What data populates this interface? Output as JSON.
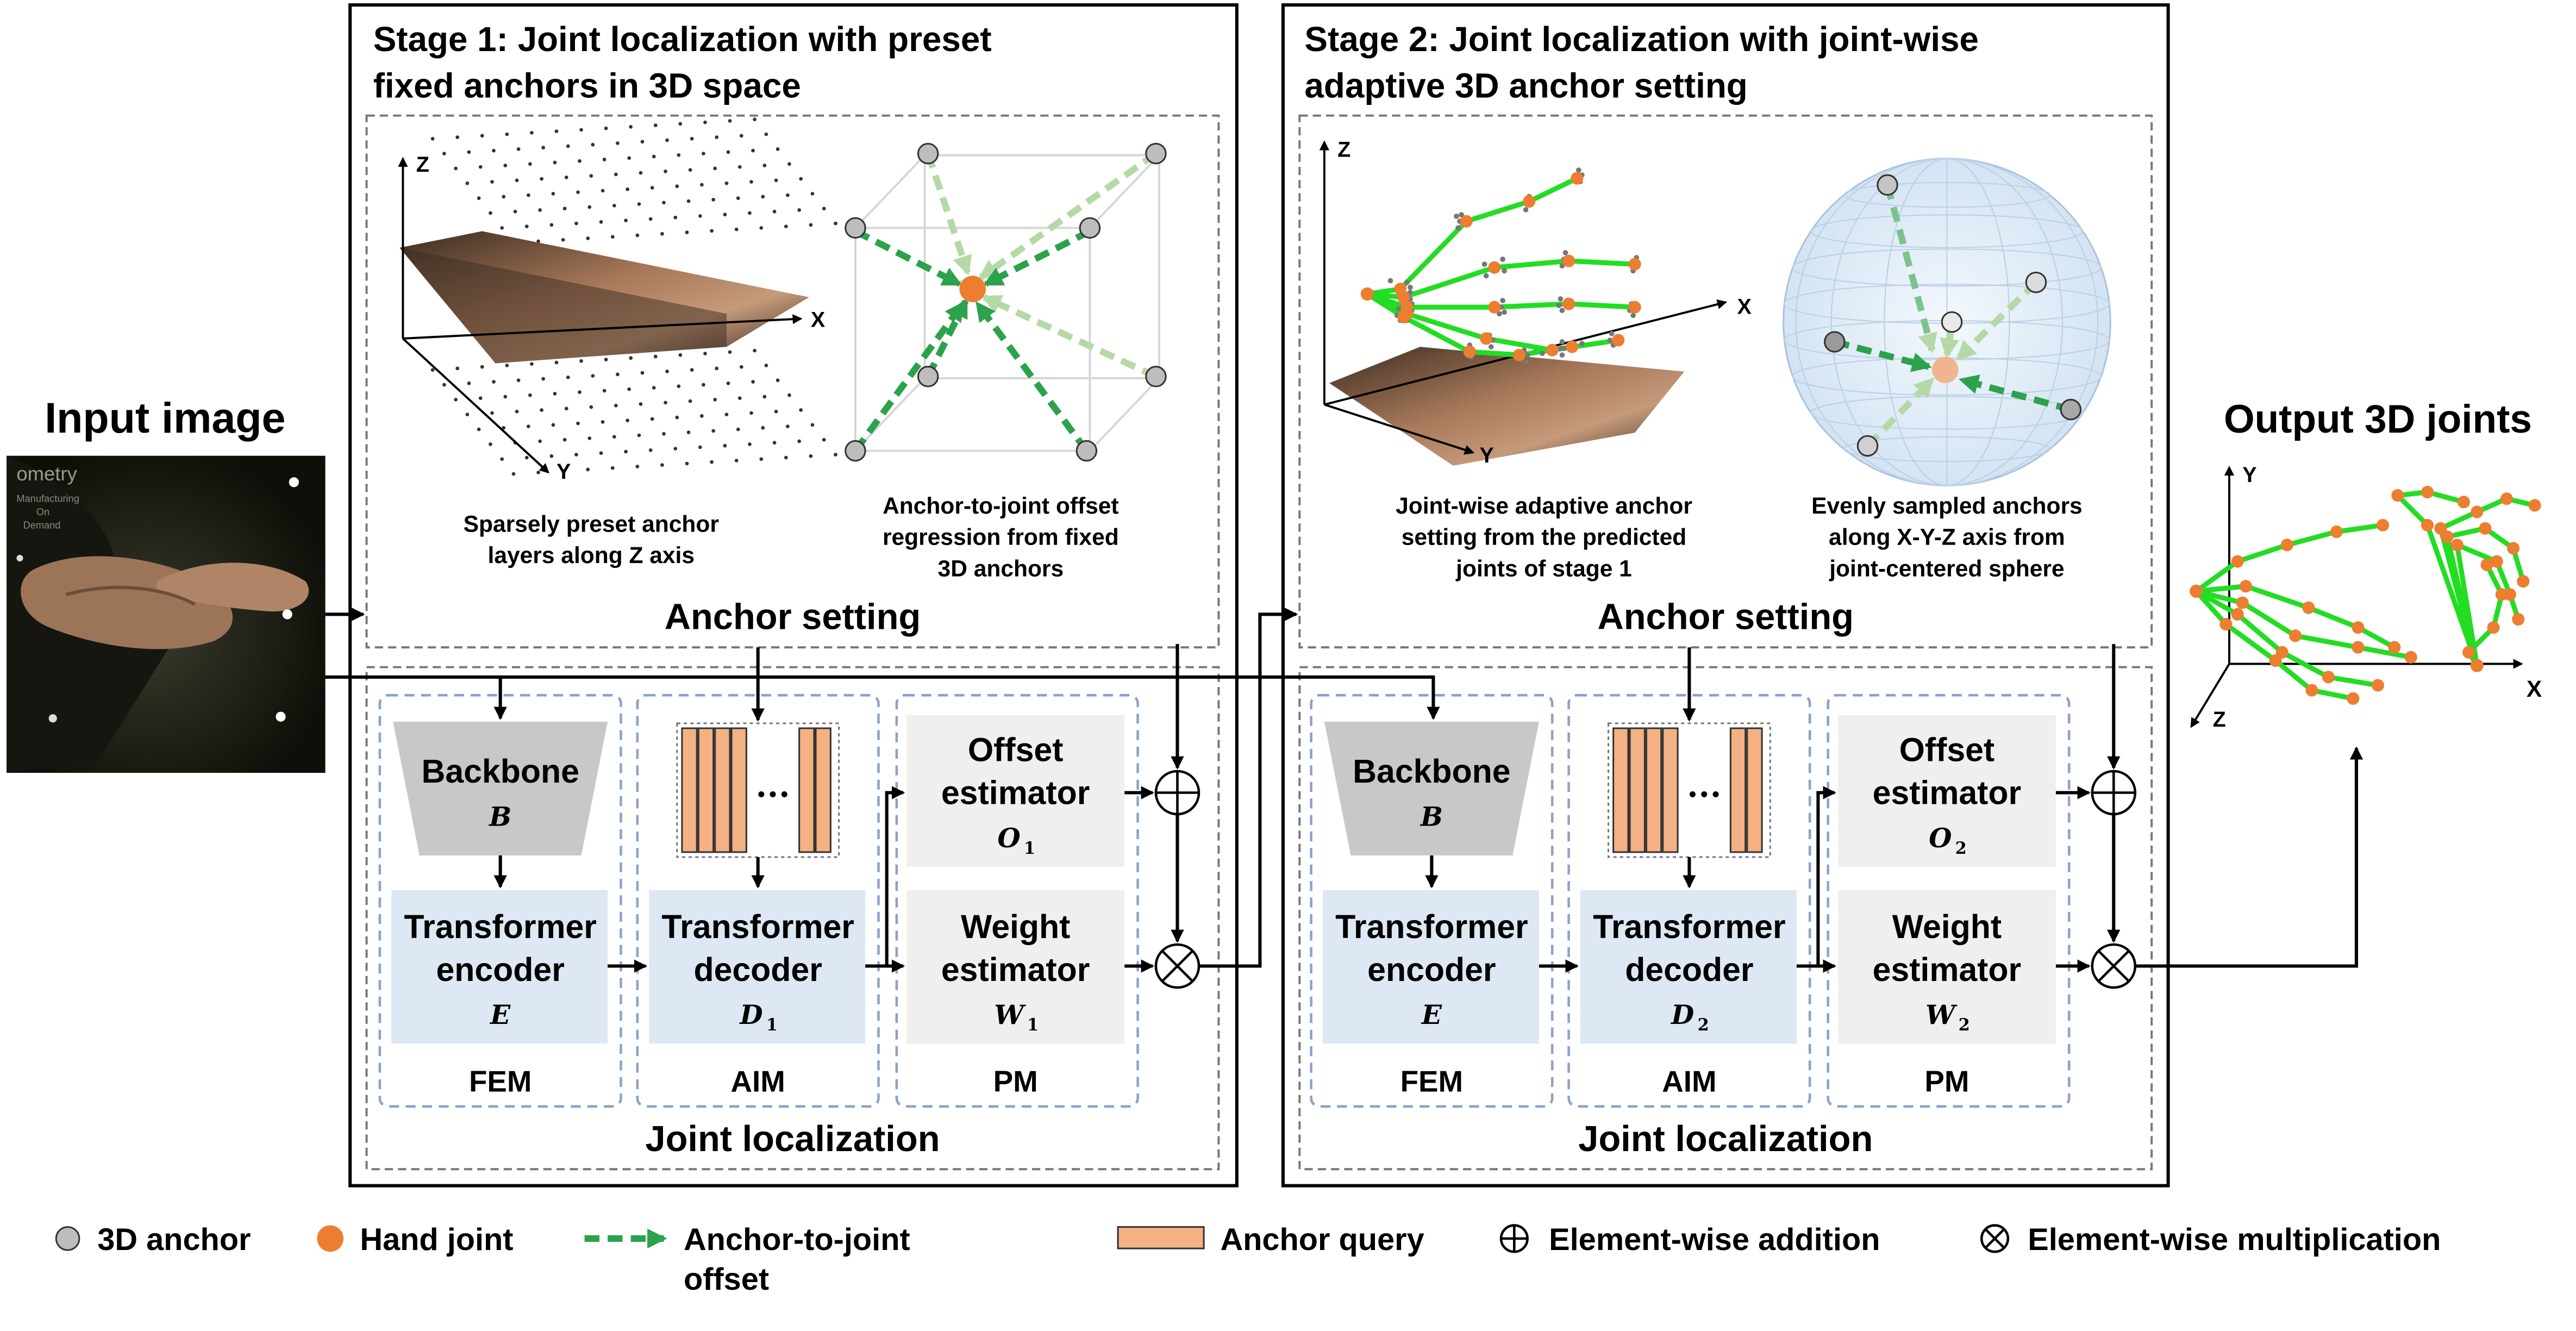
{
  "input_title": "Input image",
  "output_title": "Output 3D joints",
  "stage1": {
    "title_line1": "Stage 1: Joint localization with preset",
    "title_line2": "fixed anchors in 3D space",
    "caption_left": [
      "Sparsely preset anchor",
      "layers along Z axis"
    ],
    "caption_right": [
      "Anchor-to-joint offset",
      "regression from fixed",
      "3D anchors"
    ],
    "anchor_setting": "Anchor setting",
    "joint_localization": "Joint localization",
    "backbone": "Backbone",
    "backbone_sym": "B",
    "encoder_line1": "Transformer",
    "encoder_line2": "encoder",
    "encoder_sym": "E",
    "decoder_line1": "Transformer",
    "decoder_line2": "decoder",
    "decoder_sym": "D",
    "decoder_sub": "1",
    "offset_line1": "Offset",
    "offset_line2": "estimator",
    "offset_sym": "O",
    "offset_sub": "1",
    "weight_line1": "Weight",
    "weight_line2": "estimator",
    "weight_sym": "W",
    "weight_sub": "1",
    "fem": "FEM",
    "aim": "AIM",
    "pm": "PM"
  },
  "stage2": {
    "title_line1": "Stage 2: Joint localization with joint-wise",
    "title_line2": "adaptive 3D anchor setting",
    "caption_left": [
      "Joint-wise adaptive anchor",
      "setting from the predicted",
      "joints of stage 1"
    ],
    "caption_right": [
      "Evenly sampled anchors",
      "along X-Y-Z axis from",
      "joint-centered sphere"
    ],
    "anchor_setting": "Anchor setting",
    "joint_localization": "Joint localization",
    "backbone": "Backbone",
    "backbone_sym": "B",
    "encoder_line1": "Transformer",
    "encoder_line2": "encoder",
    "encoder_sym": "E",
    "decoder_line1": "Transformer",
    "decoder_line2": "decoder",
    "decoder_sym": "D",
    "decoder_sub": "2",
    "offset_line1": "Offset",
    "offset_line2": "estimator",
    "offset_sym": "O",
    "offset_sub": "2",
    "weight_line1": "Weight",
    "weight_line2": "estimator",
    "weight_sym": "W",
    "weight_sub": "2",
    "fem": "FEM",
    "aim": "AIM",
    "pm": "PM"
  },
  "axes": {
    "x": "X",
    "y": "Y",
    "z": "Z"
  },
  "shirt_text": [
    "ometry",
    "Manufacturing",
    "On",
    "Demand"
  ],
  "legend": {
    "anchor": "3D anchor",
    "joint": "Hand joint",
    "offset_line1": "Anchor-to-joint",
    "offset_line2": "offset",
    "query": "Anchor query",
    "add": "Element-wise addition",
    "mul": "Element-wise multiplication"
  },
  "colors": {
    "anchor": "#bdbdbd",
    "joint": "#ed7d31",
    "offset_arrow": "#2ca24c",
    "bone": "#22dd22",
    "query": "#f4b183",
    "backbone": "#c8c8c8",
    "encoder": "#dde8f4",
    "estimator": "#efefef"
  }
}
